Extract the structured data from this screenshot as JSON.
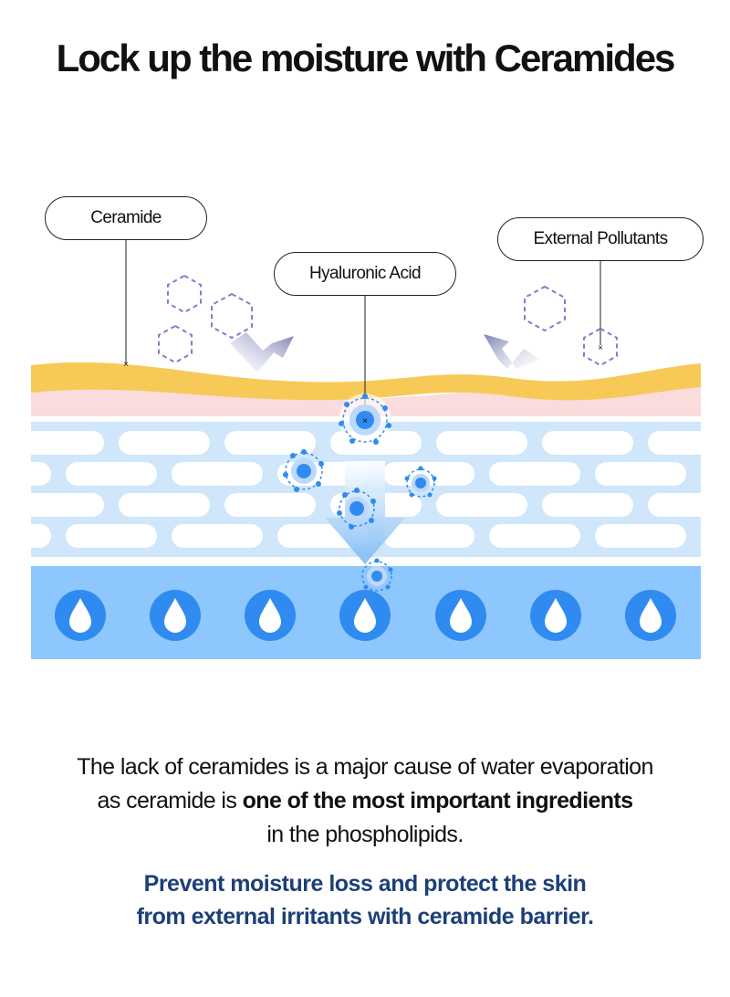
{
  "title": "Lock up the moisture with Ceramides",
  "labels": {
    "ceramide": "Ceramide",
    "hyaluronic_acid": "Hyaluronic Acid",
    "external_pollutants": "External Pollutants"
  },
  "description": {
    "line1": "The lack of ceramides is a major cause of water evaporation",
    "line2_start": "as ceramide is ",
    "line2_emphasis": "one of the most important ingredients",
    "line3": "in the phospholipids."
  },
  "tagline": {
    "line1": "Prevent moisture loss and protect the skin",
    "line2": "from external irritants with ceramide barrier."
  },
  "icons": [
    "pollutant-hexagon-icon",
    "hyaluronic-molecule-icon",
    "water-drop-icon",
    "arrow-icon"
  ],
  "colors": {
    "ceramide_layer": "#f7c957",
    "pink_layer": "#fbdcdc",
    "cell_layer": "#cfe6fb",
    "moisture_layer": "#8ec7fd",
    "drop_circle": "#2f8bf0",
    "tagline": "#1c3f78"
  }
}
